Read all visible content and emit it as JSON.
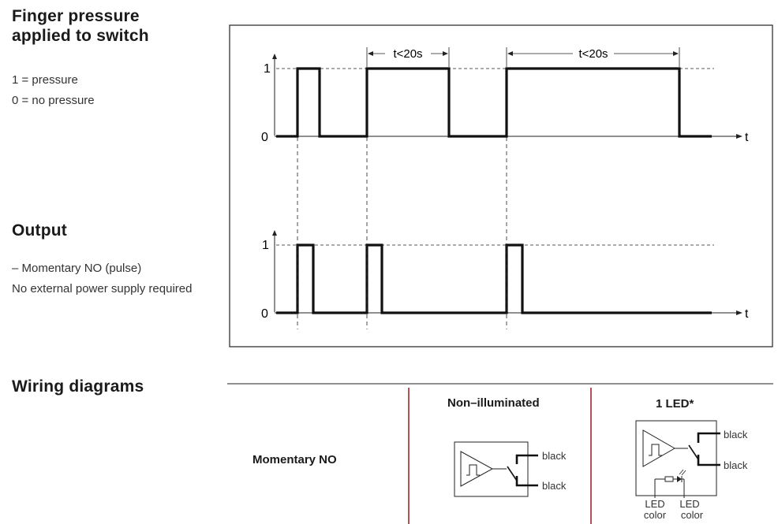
{
  "finger": {
    "title_line1": "Finger pressure",
    "title_line2": "applied to switch",
    "legend1": "1 = pressure",
    "legend2": "0 = no pressure"
  },
  "output": {
    "title": "Output",
    "line1": "– Momentary NO (pulse)",
    "line2": "No external power supply required"
  },
  "timing": {
    "level_high": "1",
    "level_low": "0",
    "axis_label": "t",
    "interval_label": "t<20s"
  },
  "wiring": {
    "title": "Wiring diagrams",
    "row_label": "Momentary NO",
    "col1_header": "Non–illuminated",
    "col2_header": "1 LED*",
    "wire_black": "black",
    "led_color_line1": "LED",
    "led_color_line2": "color",
    "accent_color": "#a4262c"
  }
}
